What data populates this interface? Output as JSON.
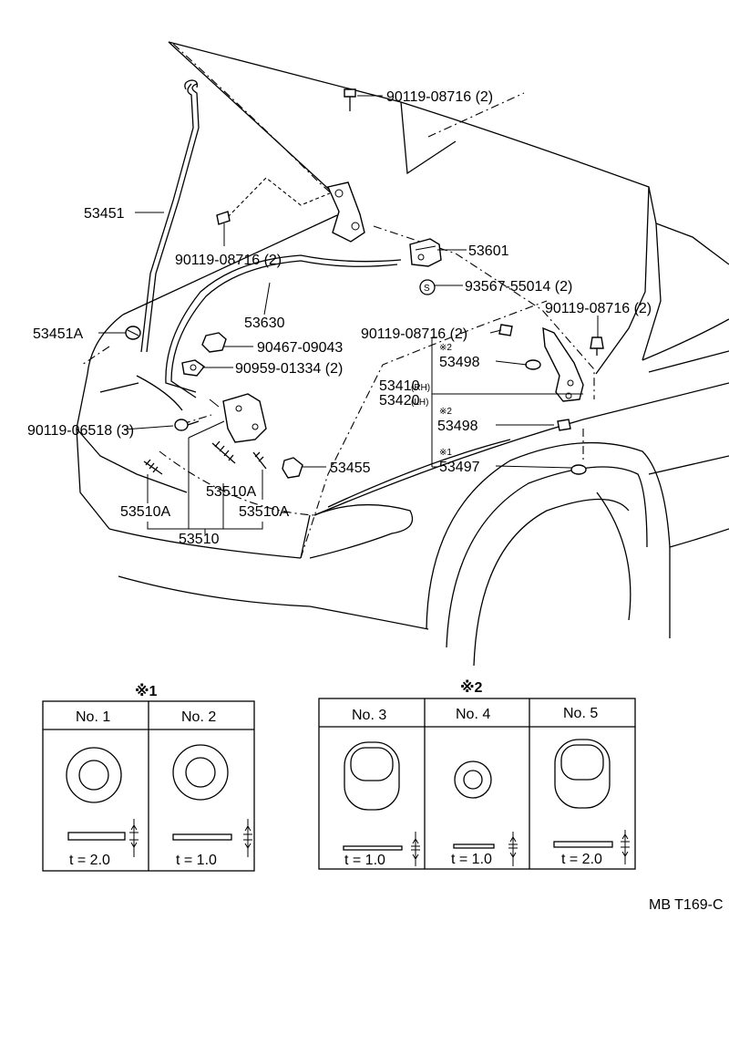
{
  "callouts": {
    "bolt_top": "90119-08716 (2)",
    "prop_rod": "53451",
    "bolt_left": "90119-08716 (2)",
    "lock_assy": "53601",
    "washer_s": "93567-55014 (2)",
    "s_mark": "S",
    "bolt_right": "90119-08716 (2)",
    "bolt_mid": "90119-08716 (2)",
    "cable": "53630",
    "grommet": "53451A",
    "clamp1": "90467-09043",
    "clamp2": "90959-01334 (2)",
    "bolt_lower": "90119-06518 (3)",
    "cushion": "53455",
    "hinge_rh": "53410",
    "hinge_rh_suffix": "(RH)",
    "hinge_lh": "53420",
    "hinge_lh_suffix": "(LH)",
    "shim_a_note": "※2",
    "shim_a": "53498",
    "shim_b_note": "※2",
    "shim_b": "53498",
    "shim_c_note": "※1",
    "shim_c": "53497",
    "spring_left": "53510A",
    "spring_mid": "53510A",
    "spring_right": "53510A",
    "spring_set": "53510"
  },
  "table1": {
    "title": "※1",
    "columns": [
      {
        "header": "No. 1",
        "thickness": "t = 2.0"
      },
      {
        "header": "No. 2",
        "thickness": "t = 1.0"
      }
    ]
  },
  "table2": {
    "title": "※2",
    "columns": [
      {
        "header": "No. 3",
        "thickness": "t = 1.0"
      },
      {
        "header": "No. 4",
        "thickness": "t = 1.0"
      },
      {
        "header": "No. 5",
        "thickness": "t = 2.0"
      }
    ]
  },
  "figure_code": "MB T169-C"
}
